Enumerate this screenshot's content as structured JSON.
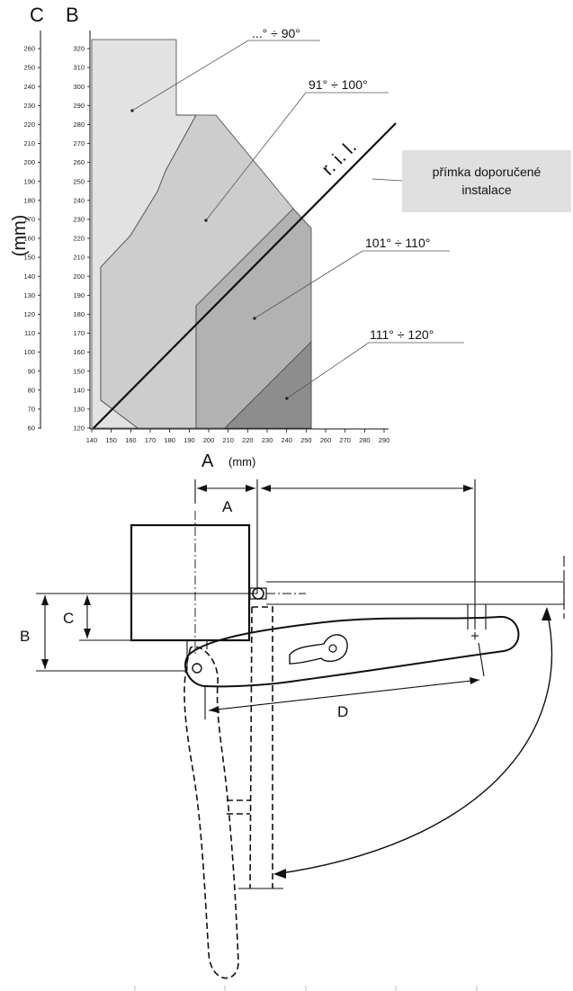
{
  "chart": {
    "axis_c_title": "C",
    "axis_b_title": "B",
    "axis_a_title": "A",
    "axis_a_unit": "(mm)",
    "axis_y_unit": "(mm)",
    "c_ticks": [
      "260",
      "250",
      "240",
      "230",
      "220",
      "210",
      "200",
      "190",
      "180",
      "170",
      "160",
      "150",
      "140",
      "130",
      "120",
      "110",
      "100",
      "90",
      "80",
      "70",
      "60"
    ],
    "b_ticks": [
      "320",
      "310",
      "300",
      "290",
      "280",
      "270",
      "260",
      "250",
      "240",
      "230",
      "220",
      "210",
      "200",
      "190",
      "180",
      "170",
      "160",
      "150",
      "140",
      "130",
      "120"
    ],
    "a_ticks": [
      "140",
      "150",
      "160",
      "170",
      "180",
      "190",
      "200",
      "210",
      "220",
      "230",
      "240",
      "250",
      "260",
      "270",
      "280",
      "290"
    ],
    "zones": [
      {
        "label": "...° ÷ 90°",
        "color": "#e2e2e2"
      },
      {
        "label": "91° ÷ 100°",
        "color": "#cdcdcd"
      },
      {
        "label": "101° ÷ 110°",
        "color": "#b2b2b2"
      },
      {
        "label": "111° ÷ 120°",
        "color": "#8d8d8d"
      }
    ],
    "ril_label": "r. i. l.",
    "callout_line1": "přímka doporučené",
    "callout_line2": "instalace",
    "callout_color": "#e0e0e0"
  },
  "drawing": {
    "label_a": "A",
    "label_b": "B",
    "label_c": "C",
    "label_d": "D"
  }
}
